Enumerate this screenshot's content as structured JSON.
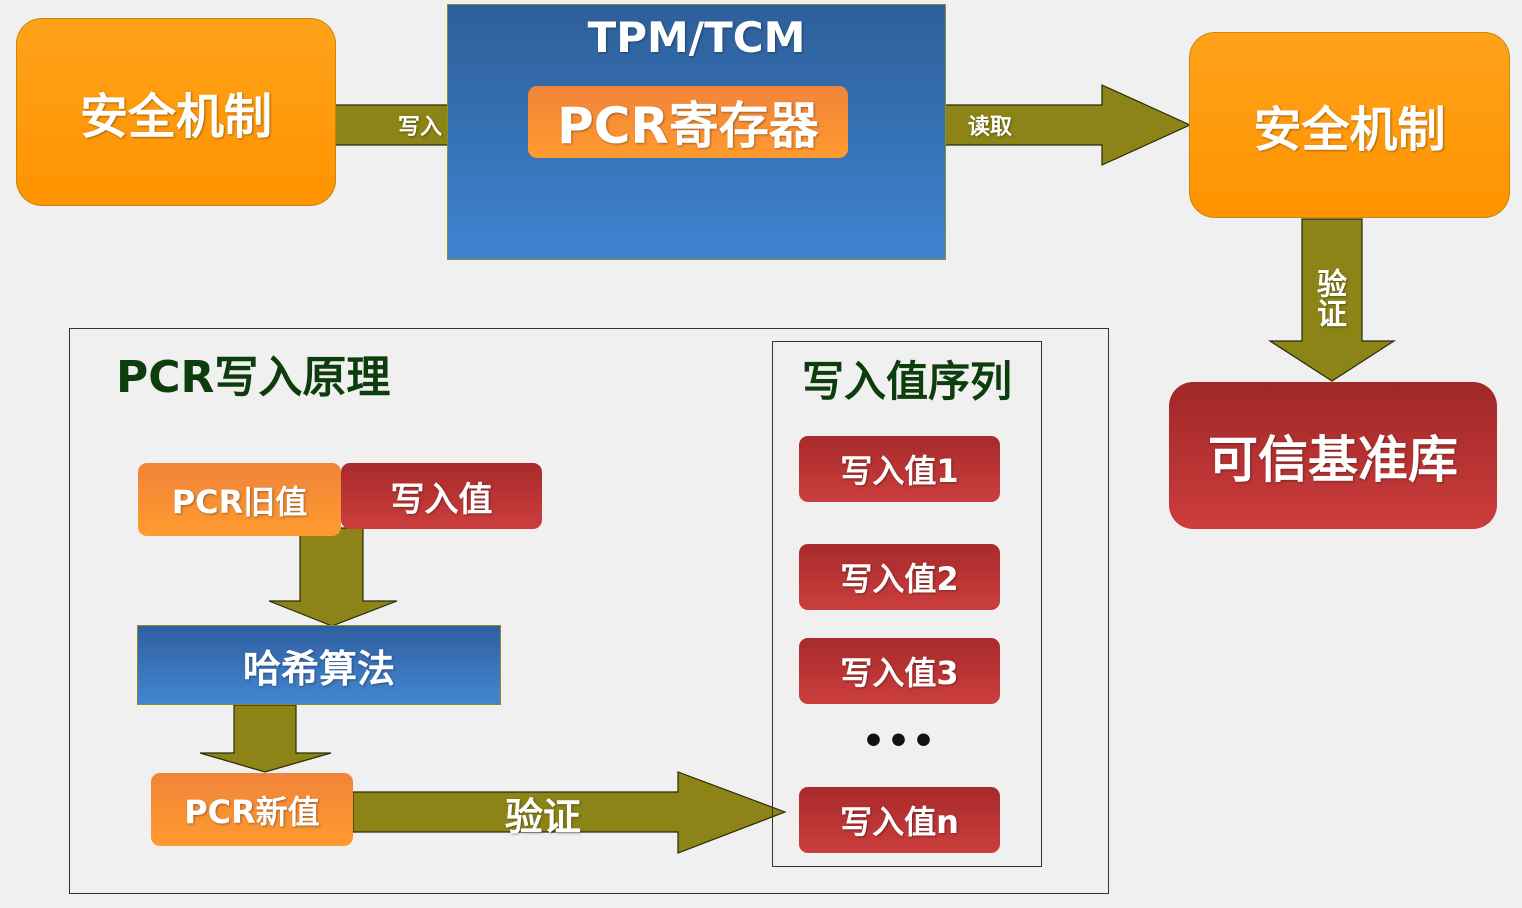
{
  "top": {
    "left_box": "安全机制",
    "tpm_title": "TPM/TCM",
    "pcr_register": "PCR寄存器",
    "right_box": "安全机制",
    "trusted_db": "可信基准库",
    "arrow_write": "写入",
    "arrow_read": "读取",
    "arrow_verify_vertical": "验证"
  },
  "principle": {
    "title": "PCR写入原理",
    "old_value": "PCR旧值",
    "write_value": "写入值",
    "hash": "哈希算法",
    "new_value": "PCR新值",
    "arrow_verify": "验证"
  },
  "sequence": {
    "title": "写入值序列",
    "items": [
      "写入值1",
      "写入值2",
      "写入值3"
    ],
    "ellipsis": "•••",
    "last_item": "写入值n"
  },
  "colors": {
    "arrow": "#8c8416",
    "orange": "#ff9900",
    "blue": "#3a77c0",
    "red": "#b83232",
    "heading": "#0d3d0d"
  }
}
